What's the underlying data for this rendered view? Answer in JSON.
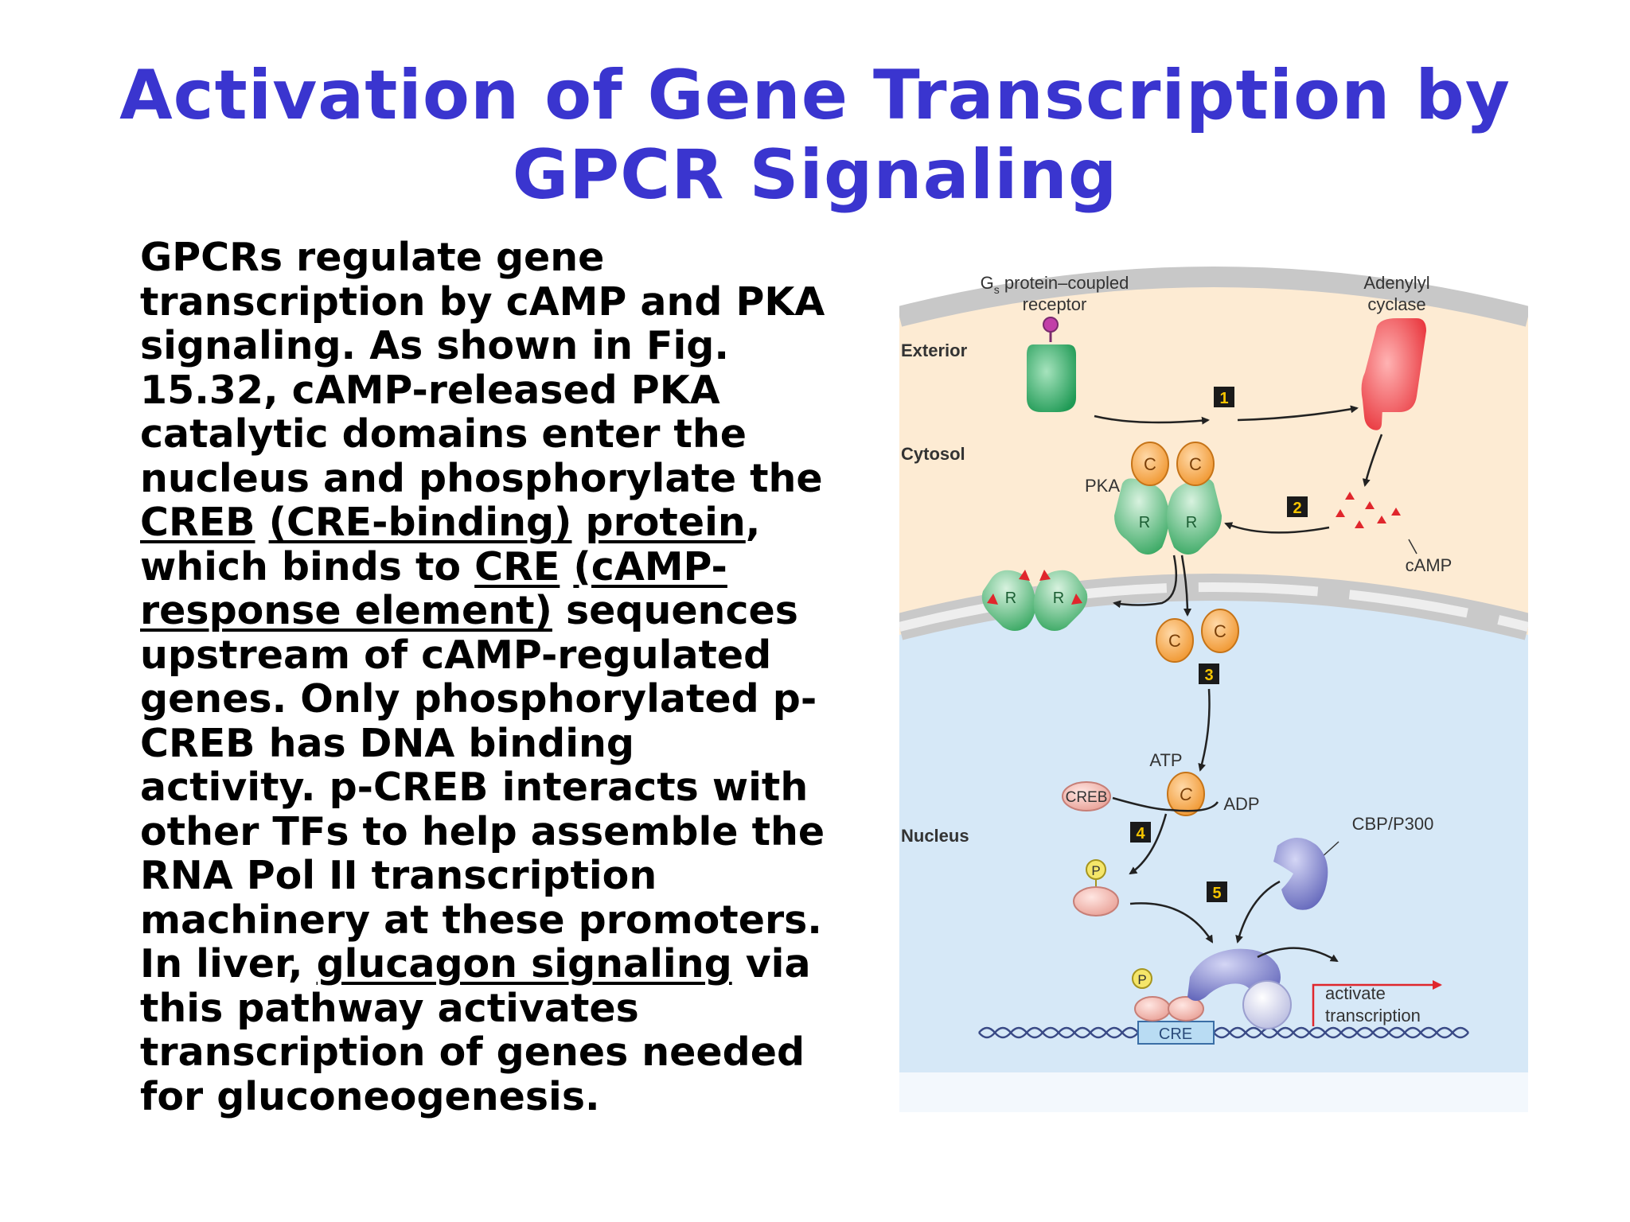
{
  "title": {
    "line1": "Activation of Gene Transcription by",
    "line2": "GPCR Signaling"
  },
  "body": {
    "lines": [
      [
        "GPCRs regulate gene"
      ],
      [
        "transcription by cAMP and PKA"
      ],
      [
        "signaling. As shown in Fig."
      ],
      [
        "15.32, cAMP-released PKA"
      ],
      [
        "catalytic domains enter the"
      ],
      [
        "nucleus and phosphorylate the"
      ],
      [
        "CREB",
        " ",
        "(CRE-binding)",
        " ",
        "protein",
        ","
      ],
      [
        "which binds to ",
        "CRE",
        " ",
        "(cAMP-"
      ],
      [
        "response element)",
        " sequences"
      ],
      [
        "upstream of cAMP-regulated"
      ],
      [
        "genes. Only phosphorylated p-"
      ],
      [
        "CREB has DNA binding"
      ],
      [
        "activity. p-CREB interacts with"
      ],
      [
        "other TFs to help assemble the"
      ],
      [
        "RNA Pol II transcription"
      ],
      [
        "machinery at these promoters."
      ],
      [
        "In liver, ",
        "glucagon signaling",
        " via"
      ],
      [
        "this pathway activates"
      ],
      [
        "transcription of genes needed"
      ],
      [
        "for gluconeogenesis."
      ]
    ]
  },
  "figure": {
    "gs_receptor_line1": "G",
    "gs_receptor_sub": "s",
    "gs_receptor_line1_rest": " protein–coupled",
    "gs_receptor_line2": "receptor",
    "adenylyl_line1": "Adenylyl",
    "adenylyl_line2": "cyclase",
    "exterior": "Exterior",
    "cytosol": "Cytosol",
    "nucleus": "Nucleus",
    "pka": "PKA",
    "camp": "cAMP",
    "atp": "ATP",
    "adp": "ADP",
    "creb": "CREB",
    "cbp": "CBP/P300",
    "cre": "CRE",
    "activate_line1": "activate",
    "activate_line2": "transcription",
    "c": "C",
    "r": "R",
    "p": "P",
    "steps": [
      "1",
      "2",
      "3",
      "4",
      "5"
    ],
    "colors": {
      "title": "#3a35cf",
      "exterior_bg": "#ffffff",
      "cytosol": "#fdebd3",
      "membrane": "#c8c8c8",
      "nucleus": "#d6e8f7",
      "receptor": "#1f9a55",
      "cyclase": "#e8333a",
      "pka_catalytic": "#f2a24a",
      "pka_regulatory": "#58b878",
      "cbp": "#7579c4",
      "creb": "#f0b7b0",
      "phosphate": "#f5e66a",
      "cre_box": "#b9dcf3",
      "arrow_red": "#e0262c"
    }
  }
}
